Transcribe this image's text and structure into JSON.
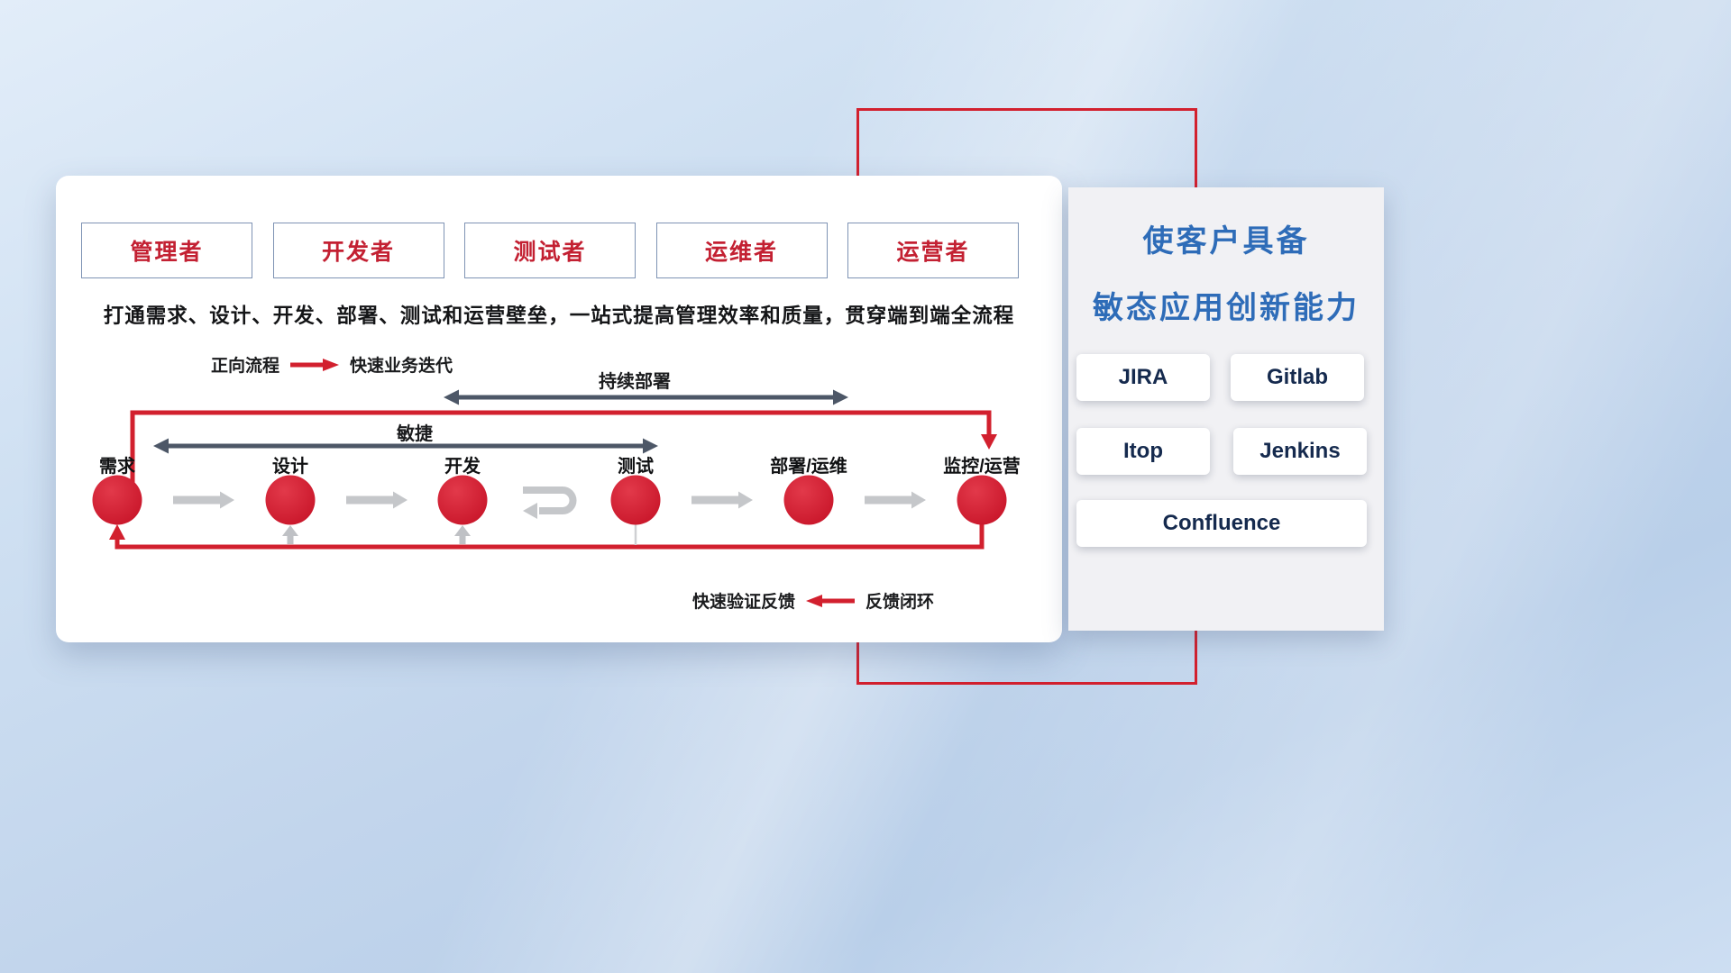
{
  "workflow_panel": {
    "roles": [
      "管理者",
      "开发者",
      "测试者",
      "运维者",
      "运营者"
    ],
    "description": "打通需求、设计、开发、部署、测试和运营壁垒，一站式提高管理效率和质量，贯穿端到端全流程",
    "forward_legend": {
      "label": "正向流程",
      "desc": "快速业务迭代"
    },
    "feedback_legend": {
      "desc": "快速验证反馈",
      "label": "反馈闭环"
    },
    "arrows": {
      "continuous_deploy": "持续部署",
      "agile": "敏捷"
    },
    "stages": [
      "需求",
      "设计",
      "开发",
      "测试",
      "部署/运维",
      "监控/运营"
    ]
  },
  "side_panel": {
    "title_line1": "使客户具备",
    "title_line2": "敏态应用创新能力",
    "tools": [
      "JIRA",
      "Gitlab",
      "Itop",
      "Jenkins",
      "Confluence"
    ]
  },
  "colors": {
    "accent_red": "#d2202e",
    "title_blue": "#2e6cb8",
    "role_text_red": "#c32032",
    "dark_arrow": "#4d5767",
    "gray_arrow": "#c5c7ca",
    "panel_bg": "#ffffff",
    "side_panel_bg": "#f1f1f4",
    "background_blue": "#c2d5ec"
  }
}
